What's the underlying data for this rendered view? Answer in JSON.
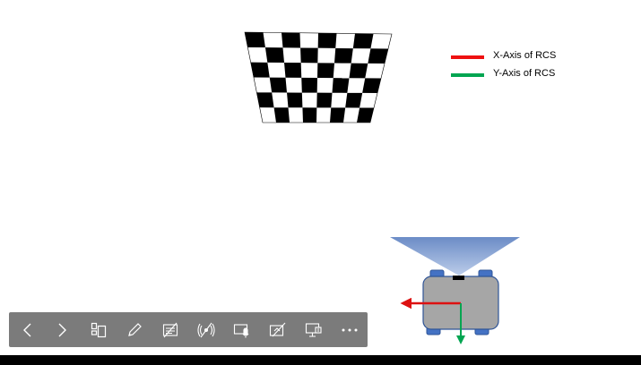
{
  "legend": {
    "items": [
      {
        "label": "X-Axis of RCS",
        "color": "#ee1111"
      },
      {
        "label": "Y-Axis of RCS",
        "color": "#00a551"
      }
    ]
  },
  "colors": {
    "x_axis": "#dd1111",
    "y_axis": "#00a551",
    "robot_body": "#a6a6a6",
    "robot_outline": "#2f5597",
    "wheels": "#4472c4",
    "camera_fov": "#8faadc",
    "toolbar_bg": "#7b7b7b",
    "toolbar_icon": "#ffffff"
  },
  "toolbar": {
    "buttons": [
      {
        "name": "previous-slide-button",
        "icon": "chevron-left-icon"
      },
      {
        "name": "next-slide-button",
        "icon": "chevron-right-icon"
      },
      {
        "name": "see-all-slides-button",
        "icon": "slides-grid-icon"
      },
      {
        "name": "pen-tool-button",
        "icon": "pen-icon"
      },
      {
        "name": "toggle-subtitles-button",
        "icon": "subtitles-off-icon"
      },
      {
        "name": "toggle-live-captions-button",
        "icon": "live-broadcast-off-icon"
      },
      {
        "name": "microphone-button",
        "icon": "microphone-icon"
      },
      {
        "name": "toggle-camera-button",
        "icon": "camera-off-icon"
      },
      {
        "name": "presenter-display-button",
        "icon": "presenter-screen-icon"
      },
      {
        "name": "more-options-button",
        "icon": "ellipsis-icon"
      }
    ]
  }
}
